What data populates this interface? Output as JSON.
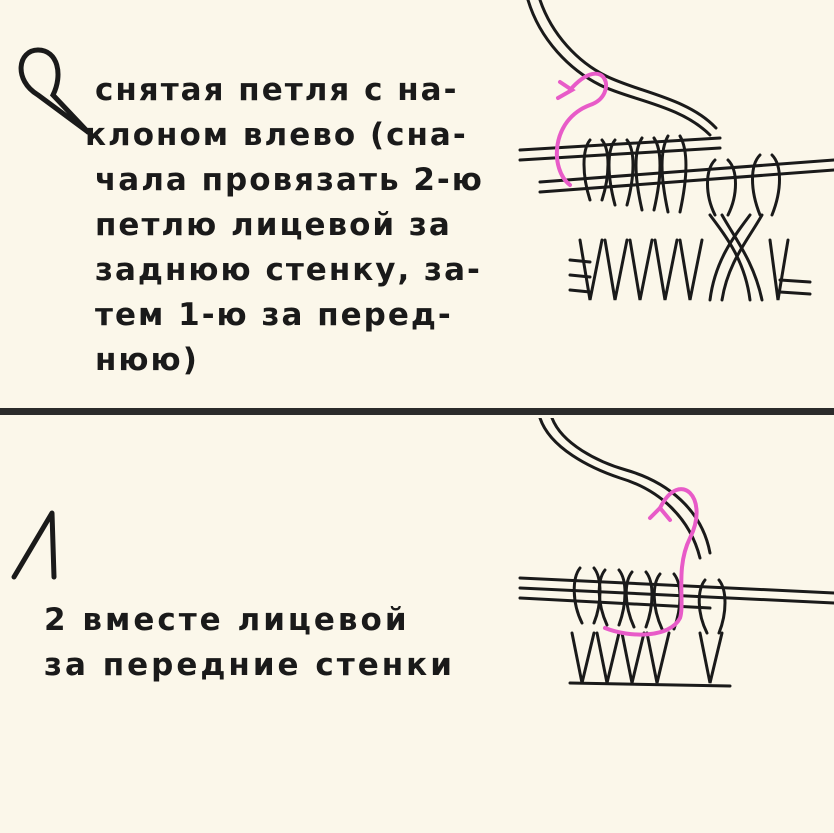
{
  "top_section": {
    "lines": [
      "снятая петля с на-",
      "клоном влево (сна-",
      "чала провязать 2-ю",
      "петлю лицевой за",
      "заднюю стенку, за-",
      "тем 1-ю за перед-",
      "нюю)"
    ],
    "symbol_icon": "slipped-stitch-loop-icon"
  },
  "bottom_section": {
    "lines": [
      "2 вместе лицевой",
      "за передние стенки"
    ],
    "symbol_icon": "knit-two-together-icon"
  },
  "colors": {
    "background": "#fbf7ea",
    "ink": "#1a1a1a",
    "accent": "#e85bc8"
  }
}
